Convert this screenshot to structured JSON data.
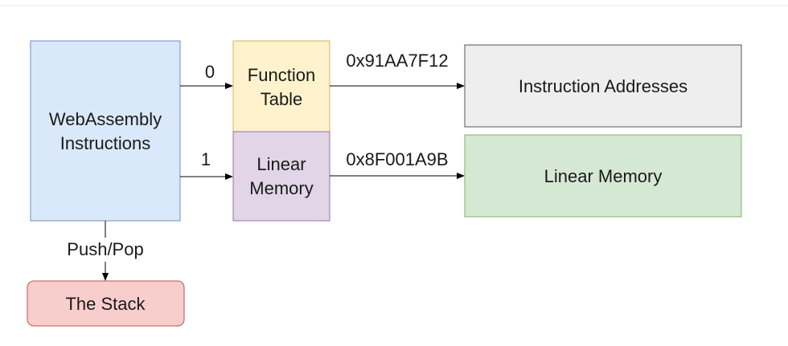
{
  "nodes": {
    "wasm": {
      "lines": [
        "WebAssembly",
        "Instructions"
      ],
      "fill": "#dae8fc",
      "stroke": "#6c8ebf"
    },
    "function_table": {
      "lines": [
        "Function",
        "Table"
      ],
      "fill": "#fff2cc",
      "stroke": "#d6b656"
    },
    "linear_memory_small": {
      "lines": [
        "Linear",
        "Memory"
      ],
      "fill": "#e1d5e7",
      "stroke": "#9673a6"
    },
    "instruction_addresses": {
      "label": "Instruction Addresses",
      "fill": "#eeeeee",
      "stroke": "#555555"
    },
    "linear_memory_large": {
      "label": "Linear Memory",
      "fill": "#d5e8d4",
      "stroke": "#82b366"
    },
    "stack": {
      "label": "The Stack",
      "fill": "#f8cecc",
      "stroke": "#b85450"
    }
  },
  "edges": {
    "to_function_table": {
      "label": "0"
    },
    "to_linear_memory": {
      "label": "1"
    },
    "to_instruction_addresses": {
      "label": "0x91AA7F12"
    },
    "to_linear_memory_large": {
      "label": "0x8F001A9B"
    },
    "to_stack": {
      "label": "Push/Pop"
    }
  },
  "colors": {
    "edge": "#000000",
    "text": "#1a1a1a"
  }
}
